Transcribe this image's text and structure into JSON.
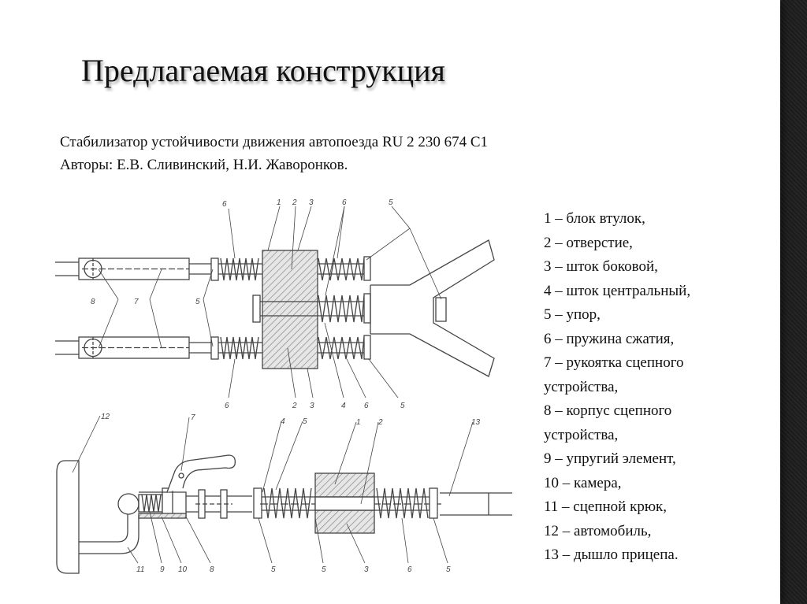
{
  "slide": {
    "title": "Предлагаемая конструкция",
    "subtitle": [
      "Стабилизатор устойчивости движения автопоезда RU 2 230 674 C1",
      "Авторы: Е.В. Сливинский, Н.И. Жаворонков."
    ],
    "legend": [
      "1 – блок втулок,",
      "2 – отверстие,",
      "3 – шток боковой,",
      "4 – шток центральный,",
      "5 – упор,",
      "6 – пружина сжатия,",
      "7 – рукоятка сцепного",
      "устройства,",
      "8 – корпус сцепного",
      "устройства,",
      "9 – упругий элемент,",
      "10 – камера,",
      "11 – сцепной крюк,",
      "12 – автомобиль,",
      "13 – дышло прицепа."
    ]
  },
  "drawing": {
    "top_view_labels": {
      "top": [
        "6",
        "1",
        "2",
        "3",
        "6",
        "5"
      ],
      "left": [
        "8",
        "7",
        "5"
      ],
      "bottom": [
        "6",
        "2",
        "3",
        "4",
        "6",
        "5"
      ]
    },
    "side_view_labels": {
      "top": [
        "12",
        "7",
        "4",
        "5",
        "1",
        "2",
        "13"
      ],
      "bottom": [
        "11",
        "9",
        "10",
        "8",
        "5",
        "5",
        "3",
        "6",
        "5"
      ]
    }
  },
  "colors": {
    "line": "#444444",
    "hatch": "#8a8a8a",
    "text": "#111111"
  }
}
